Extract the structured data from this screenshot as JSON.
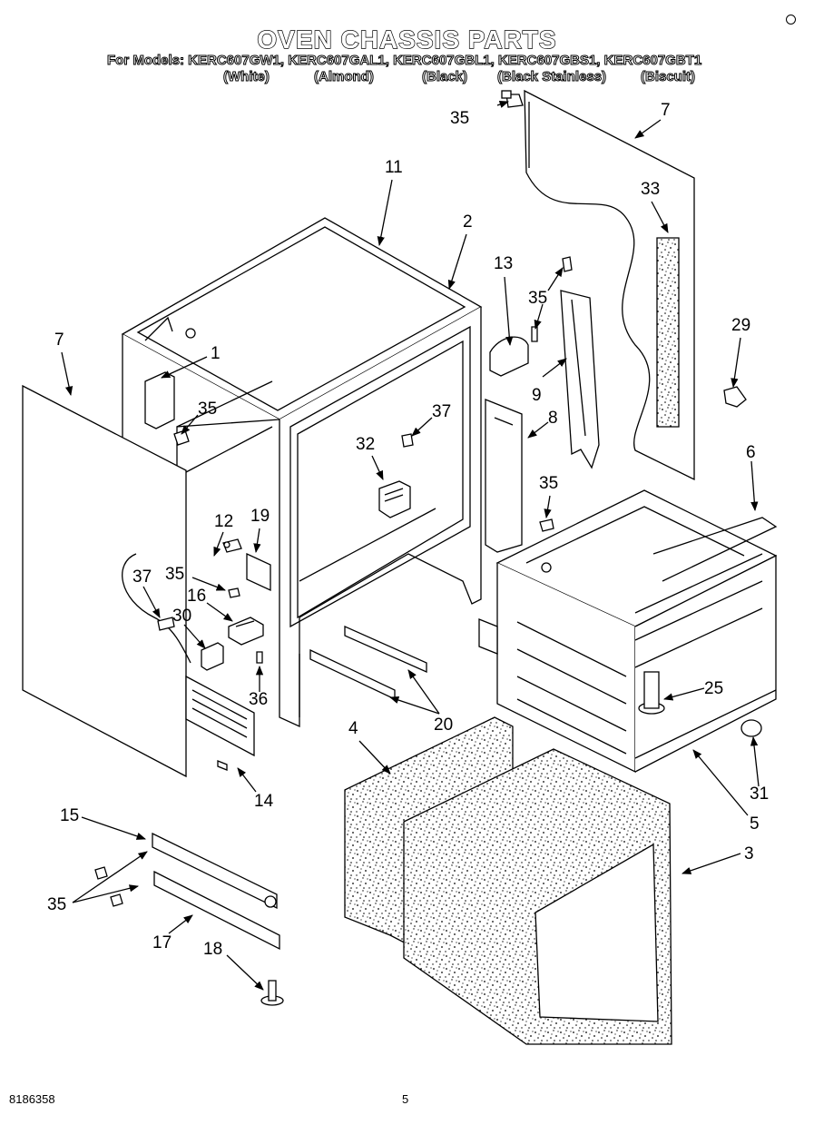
{
  "header": {
    "title": "OVEN CHASSIS PARTS",
    "models_line": "For Models: KERC607GW1, KERC607GAL1, KERC607GBL1, KERC607GBS1, KERC607GBT1",
    "colors": [
      "(White)",
      "(Almond)",
      "(Black)",
      "(Black Stainless)",
      "(Biscuit)"
    ]
  },
  "callouts": {
    "c1": "1",
    "c2": "2",
    "c3": "3",
    "c4": "4",
    "c5": "5",
    "c6": "6",
    "c7a": "7",
    "c7b": "7",
    "c8": "8",
    "c9": "9",
    "c11": "11",
    "c12": "12",
    "c13": "13",
    "c14": "14",
    "c15": "15",
    "c16": "16",
    "c17": "17",
    "c18": "18",
    "c19": "19",
    "c20": "20",
    "c25": "25",
    "c29": "29",
    "c30": "30",
    "c31": "31",
    "c32": "32",
    "c33": "33",
    "c35a": "35",
    "c35b": "35",
    "c35c": "35",
    "c35d": "35",
    "c35e": "35",
    "c35f": "35",
    "c36": "36",
    "c37a": "37",
    "c37b": "37"
  },
  "footer": {
    "doc_number": "8186358",
    "page_number": "5"
  }
}
